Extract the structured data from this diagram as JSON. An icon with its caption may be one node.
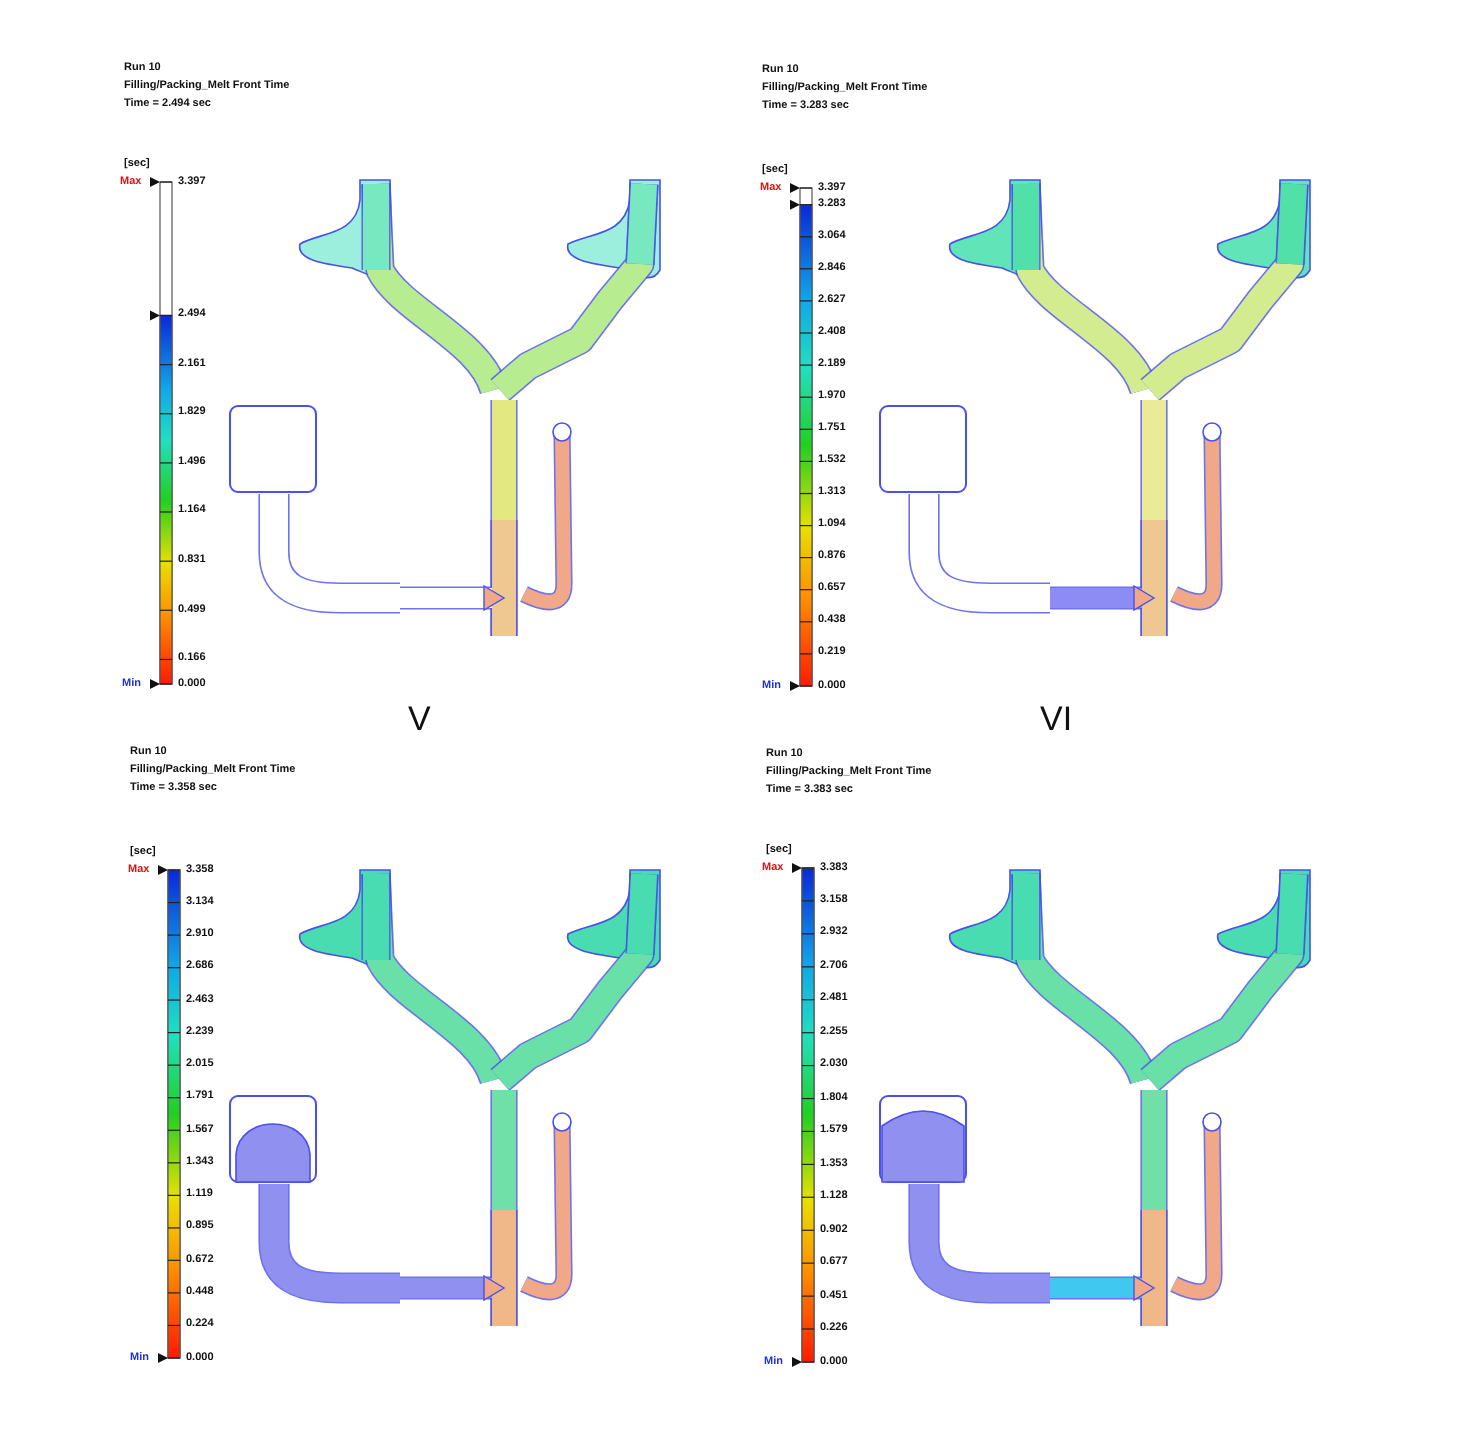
{
  "diagram": {
    "labels": [
      "Run 10",
      "Filling/Packing_Melt Front Time",
      "Time = 2.494 sec",
      "[sec]",
      "Max",
      "Min",
      "3.397",
      "2.494",
      "2.161",
      "1.829",
      "1.496",
      "1.164",
      "0.831",
      "0.499",
      "0.166",
      "0.000",
      "Run 10",
      "Filling/Packing_Melt Front Time",
      "Time = 3.283 sec",
      "[sec]",
      "Max",
      "Min",
      "3.397",
      "3.283",
      "3.064",
      "2.846",
      "2.627",
      "2.408",
      "2.189",
      "1.970",
      "1.751",
      "1.532",
      "1.313",
      "1.094",
      "0.876",
      "0.657",
      "0.438",
      "0.219",
      "0.000",
      "V",
      "VI",
      "Run 10",
      "Filling/Packing_Melt Front Time",
      "Time = 3.358 sec",
      "[sec]",
      "Max",
      "Min",
      "3.358",
      "3.134",
      "2.910",
      "2.686",
      "2.463",
      "2.239",
      "2.015",
      "1.791",
      "1.567",
      "1.343",
      "1.119",
      "0.895",
      "0.672",
      "0.448",
      "0.224",
      "0.000",
      "Run 10",
      "Filling/Packing_Melt Front Time",
      "Time = 3.383 sec",
      "[sec]",
      "Max",
      "Min",
      "3.383",
      "3.158",
      "2.932",
      "2.706",
      "2.481",
      "2.255",
      "2.030",
      "1.804",
      "1.579",
      "1.353",
      "1.128",
      "0.902",
      "0.677",
      "0.451",
      "0.226",
      "0.000"
    ]
  }
}
